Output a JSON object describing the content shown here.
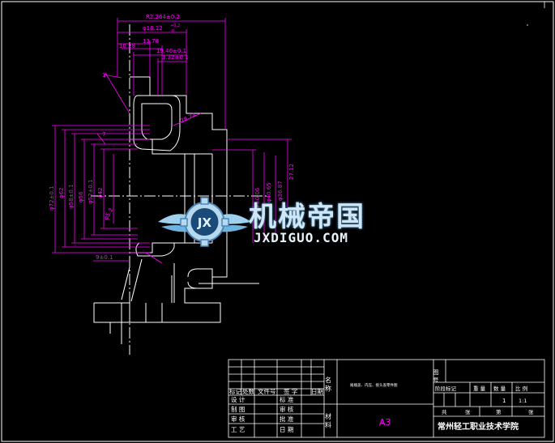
{
  "dimensions": {
    "d1": "R2.264±0.2",
    "d2": "φ16.12",
    "d2_tol_up": "+0.2",
    "d2_tol_dn": "0",
    "d3": "10.28",
    "d4": "13.78",
    "d5": "19.46±0.1",
    "d6": "3.32±0.1",
    "d7": "7",
    "d8": "1",
    "d9": "28.74",
    "d10": "φ72±0.1",
    "d11": "φ62",
    "d12": "φ58±0.1",
    "d13": "φ56",
    "d14": "φ52±0.1",
    "d15": "φ42",
    "d16": "9±0.1",
    "d17": "φ5.2",
    "d18": "23±0.06",
    "d19": "φ40.65",
    "d20": "φ36.87",
    "d21": "27.12"
  },
  "watermark": {
    "cn": "机械帝国",
    "en": "JXDIGUO.COM",
    "logo": "JX"
  },
  "title_block": {
    "mark": "标记",
    "count": "处数",
    "file_no": "文件号",
    "sign": "签  字",
    "date": "日期",
    "design": "设 计",
    "standardize": "标 准",
    "drawing": "制 图",
    "review": "审 核",
    "check": "审 核",
    "approve": "批 准",
    "process": "工 艺",
    "date2": "日 期",
    "name_label": "名 称",
    "material_label": "材 料",
    "part_name": "尾端盖、内压、接头盖零件图",
    "sheet_size": "A3",
    "drawing_no_label": "图 号",
    "stage_mark": "阶段标记",
    "weight": "重 量",
    "quantity": "数 量",
    "scale": "比 例",
    "qty_val": "1",
    "scale_val": "1:1",
    "total": "共",
    "sheets": "张",
    "sheet": "第",
    "sheet2": "张",
    "school": "常州轻工职业技术学院"
  },
  "colors": {
    "background": "#000000",
    "geometry": "#ffffff",
    "dimension": "#ff00ff",
    "border": "#ffffff"
  }
}
